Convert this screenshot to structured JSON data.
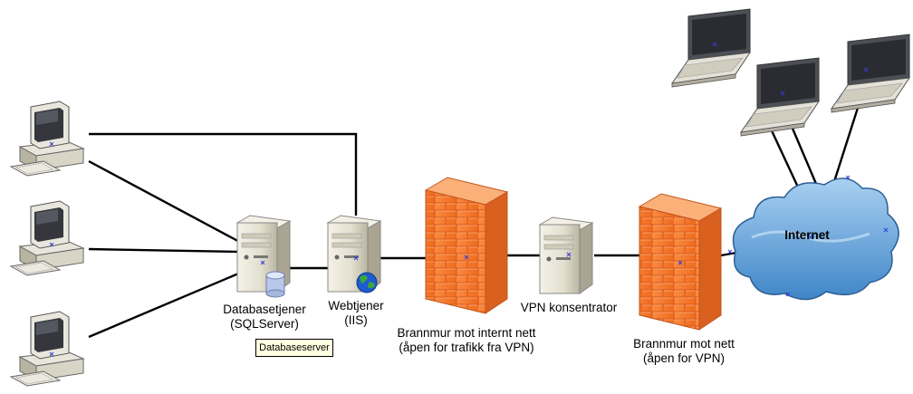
{
  "labels": {
    "database_server": [
      "Databasetjener",
      "(SQLServer)"
    ],
    "web_server": [
      "Webtjener",
      "(IIS)"
    ],
    "firewall_internal": [
      "Brannmur mot internt nett",
      "(åpen for trafikk fra VPN)"
    ],
    "vpn": [
      "VPN konsentrator"
    ],
    "firewall_external": [
      "Brannmur mot nett",
      "(åpen for VPN)"
    ],
    "internet": "Internet",
    "tooltip": "Databaseserver"
  },
  "colors": {
    "firewall": "#f47a2c",
    "cloud": "#6aa5d8",
    "line": "#000000",
    "tooltip_bg": "#ffffe1"
  },
  "icons": [
    "desktop-computer-icon",
    "server-icon",
    "database-icon",
    "globe-icon",
    "firewall-icon",
    "laptop-icon",
    "cloud-icon"
  ]
}
